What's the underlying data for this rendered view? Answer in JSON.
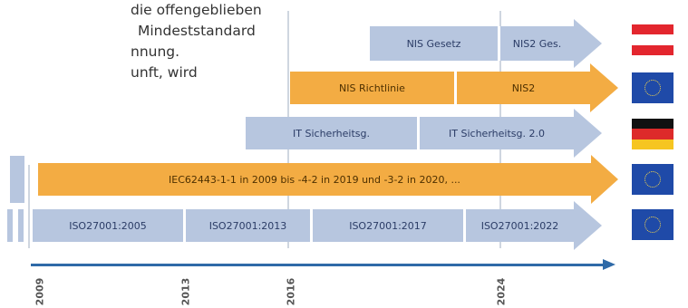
{
  "text": {
    "line1": "die offengeblieben",
    "line2": "Mindeststandard",
    "line3": "nnung.",
    "line4": "unft, wird"
  },
  "timeline": {
    "rows": [
      {
        "flag": "austria-flag",
        "segments": [
          "NIS Gesetz",
          "NIS2 Ges."
        ]
      },
      {
        "flag": "eu-flag",
        "segments": [
          "NIS Richtlinie",
          "NIS2"
        ]
      },
      {
        "flag": "germany-flag",
        "segments": [
          "IT Sicherheitsg.",
          "IT Sicherheitsg. 2.0"
        ]
      },
      {
        "flag": "eu-flag",
        "segments": [
          "IEC62443-1-1 in 2009 bis -4-2 in 2019 und -3-2 in 2020, ..."
        ]
      },
      {
        "flag": "eu-flag",
        "segments": [
          "ISO27001:2005",
          "ISO27001:2013",
          "ISO27001:2017",
          "ISO27001:2022"
        ]
      }
    ],
    "years": [
      "2009",
      "2013",
      "2016",
      "2024"
    ]
  },
  "colors": {
    "blue": "#b7c6df",
    "orange": "#f3ac43",
    "axis": "#2f6aa8",
    "eu": "#1f4aa8",
    "austria_red": "#e3262e",
    "germany_black": "#111111",
    "germany_red": "#dd2a2a",
    "germany_gold": "#f6c521"
  }
}
